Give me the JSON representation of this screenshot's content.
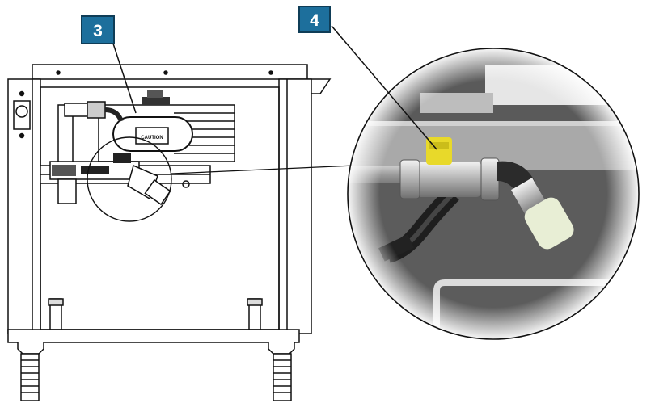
{
  "callouts": [
    {
      "number": "3"
    },
    {
      "number": "4"
    }
  ],
  "labels": {
    "caution": "CAUTION"
  },
  "colors": {
    "callout_fill": "#1d6f9c",
    "callout_border": "#0f3d57",
    "line": "#111111",
    "valve_handle": "#e8d92a",
    "photo_background": "#6d6d6d",
    "plate": "#a9a9a9"
  }
}
